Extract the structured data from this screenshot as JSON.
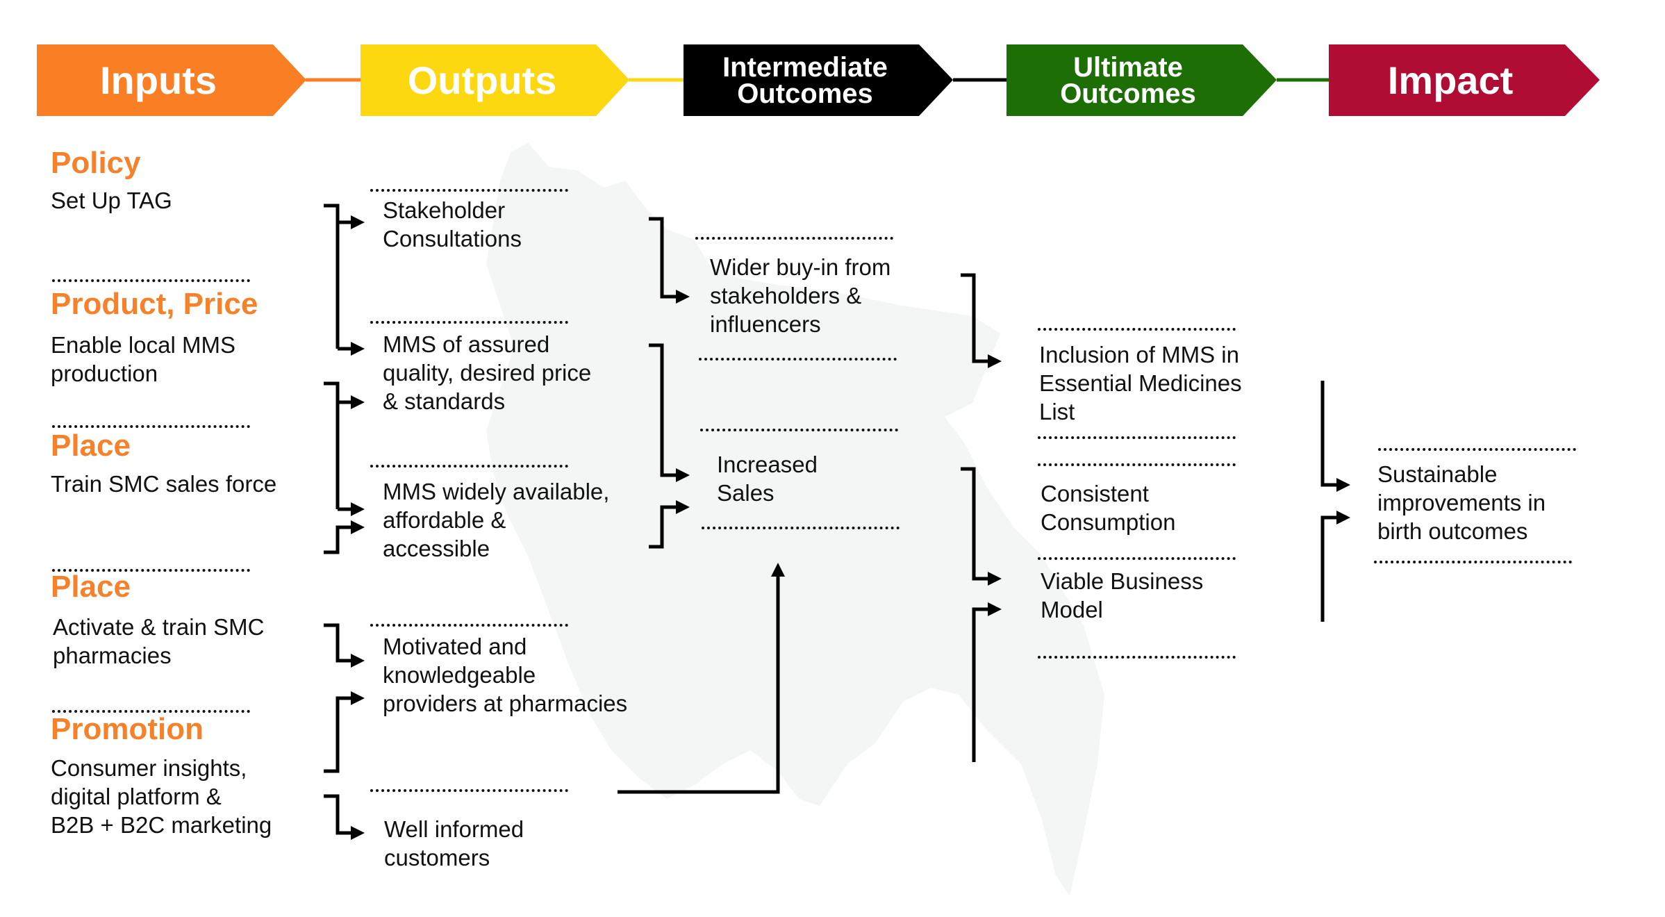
{
  "header": {
    "stages": [
      {
        "id": "inputs",
        "label": "Inputs",
        "color": "#F97E24"
      },
      {
        "id": "outputs",
        "label": "Outputs",
        "color": "#FDD811"
      },
      {
        "id": "intermediate",
        "label_line1": "Intermediate",
        "label_line2": "Outcomes",
        "color": "#000000"
      },
      {
        "id": "ultimate",
        "label_line1": "Ultimate",
        "label_line2": "Outcomes",
        "color": "#1C6E05"
      },
      {
        "id": "impact",
        "label": "Impact",
        "color": "#B10C33"
      }
    ]
  },
  "inputs": [
    {
      "category": "Policy",
      "description": [
        "Set Up TAG"
      ]
    },
    {
      "category": "Product, Price",
      "description": [
        "Enable local MMS",
        "production"
      ]
    },
    {
      "category": "Place",
      "description": [
        "Train SMC sales force"
      ]
    },
    {
      "category": "Place",
      "description": [
        "Activate & train SMC",
        "pharmacies"
      ]
    },
    {
      "category": "Promotion",
      "description": [
        "Consumer insights,",
        "digital platform &",
        "B2B + B2C marketing"
      ]
    }
  ],
  "outputs": [
    {
      "lines": [
        "Stakeholder",
        "Consultations"
      ]
    },
    {
      "lines": [
        "MMS of assured",
        "quality, desired price",
        "& standards"
      ]
    },
    {
      "lines": [
        "MMS widely available,",
        "affordable &",
        "accessible"
      ]
    },
    {
      "lines": [
        "Motivated and",
        "knowledgeable",
        "providers at pharmacies"
      ]
    },
    {
      "lines": [
        "Well informed",
        "customers"
      ]
    }
  ],
  "intermediate_outcomes": [
    {
      "lines": [
        "Wider buy-in from",
        "stakeholders &",
        "influencers"
      ]
    },
    {
      "lines": [
        "Increased",
        "Sales"
      ]
    }
  ],
  "ultimate_outcomes": [
    {
      "lines": [
        "Inclusion of MMS in",
        "Essential Medicines",
        "List"
      ]
    },
    {
      "lines": [
        "Consistent",
        "Consumption"
      ]
    },
    {
      "lines": [
        "Viable Business",
        "Model"
      ]
    }
  ],
  "impact": [
    {
      "lines": [
        "Sustainable",
        "improvements in",
        "birth outcomes"
      ]
    }
  ],
  "colors": {
    "category_text": "#F5822A",
    "body_text": "#111111",
    "connector": "#000000",
    "map_background": "#F4F6F5"
  }
}
